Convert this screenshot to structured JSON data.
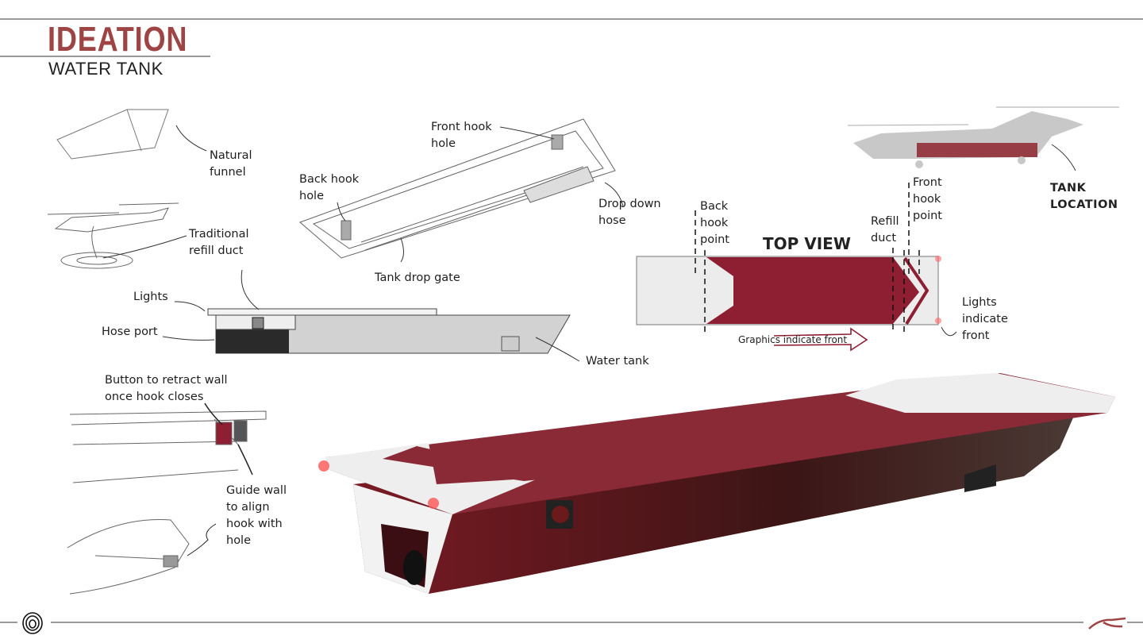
{
  "header": {
    "title": "IDEATION",
    "subtitle": "WATER TANK"
  },
  "labels": {
    "natural_funnel": "Natural\nfunnel",
    "traditional_refill": "Traditional\nrefill duct",
    "lights": "Lights",
    "hose_port": "Hose port",
    "back_hook_hole": "Back hook\nhole",
    "front_hook_hole": "Front hook\nhole",
    "drop_down_hose": "Drop down\nhose",
    "tank_drop_gate": "Tank drop gate",
    "water_tank": "Water tank",
    "back_hook_point": "Back\nhook\npoint",
    "top_view": "TOP VIEW",
    "refill_duct": "Refill\nduct",
    "front_hook_point": "Front\nhook\npoint",
    "lights_indicate_front": "Lights\nindicate\nfront",
    "graphics_indicate_front": "Graphics indicate front",
    "tank_location": "TANK\nLOCATION",
    "button_retract": "Button to retract wall\nonce hook closes",
    "guide_wall": "Guide wall\nto align\nhook with\nhole"
  },
  "colors": {
    "accent": "#9e4444",
    "tank_red": "#8e1f33",
    "gray": "#d0d0d0"
  }
}
